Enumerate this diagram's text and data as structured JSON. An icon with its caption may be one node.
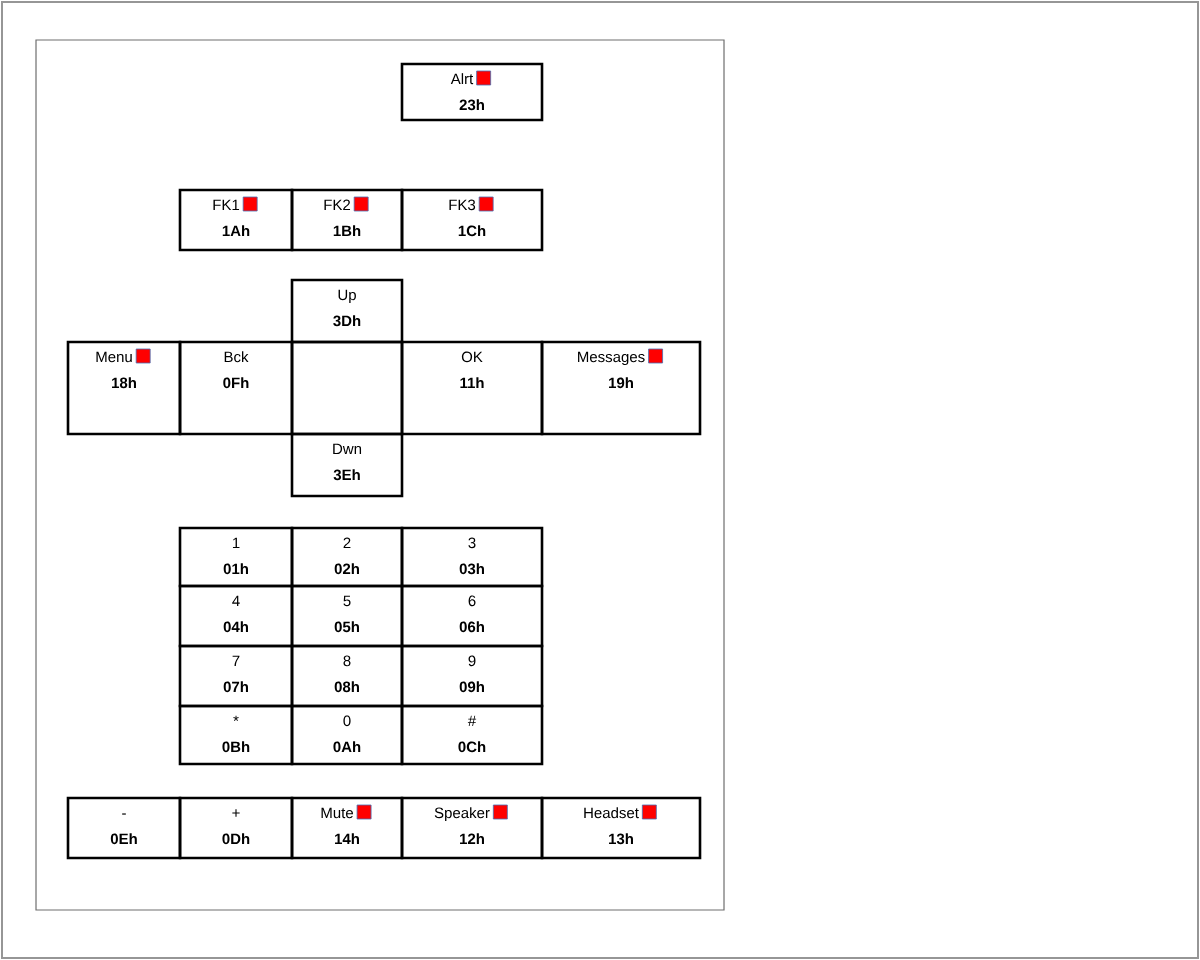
{
  "diagram": {
    "nodes": [
      {
        "text": [
          "Alrt",
          "23h"
        ]
      },
      {
        "text": [
          "FK1",
          "1Ah"
        ]
      },
      {
        "text": [
          "FK2",
          "1Bh"
        ]
      },
      {
        "text": [
          "FK3",
          "1Ch"
        ]
      },
      {
        "text": [
          "Up",
          "3Dh"
        ]
      },
      {
        "text": [
          "Menu",
          "18h"
        ]
      },
      {
        "text": [
          "Bck",
          "0Fh"
        ]
      },
      {
        "text": [],
        "shape": "box"
      },
      {
        "text": [
          "OK",
          "11h"
        ]
      },
      {
        "text": [
          "Messages",
          "19h"
        ]
      },
      {
        "text": [
          "Dwn",
          "3Eh"
        ]
      },
      {
        "text": [
          "1",
          "01h"
        ]
      },
      {
        "text": [
          "2",
          "02h"
        ]
      },
      {
        "text": [
          "3",
          "03h"
        ]
      },
      {
        "text": [
          "4",
          "04h"
        ]
      },
      {
        "text": [
          "5",
          "05h"
        ]
      },
      {
        "text": [
          "6",
          "06h"
        ]
      },
      {
        "text": [
          "7",
          "07h"
        ]
      },
      {
        "text": [
          "8",
          "08h"
        ]
      },
      {
        "text": [
          "9",
          "09h"
        ]
      },
      {
        "text": [
          "*",
          "0Bh"
        ]
      },
      {
        "text": [
          "0",
          "0Ah"
        ]
      },
      {
        "text": [
          "#",
          "0Ch"
        ]
      },
      {
        "text": [
          "-",
          "0Eh"
        ]
      },
      {
        "text": [
          "+",
          "0Dh"
        ]
      },
      {
        "text": [
          "Mute",
          "14h"
        ]
      },
      {
        "text": [
          "Speaker",
          "12h"
        ]
      },
      {
        "text": [
          "Headset",
          "13h"
        ]
      }
    ],
    "edges": []
  }
}
